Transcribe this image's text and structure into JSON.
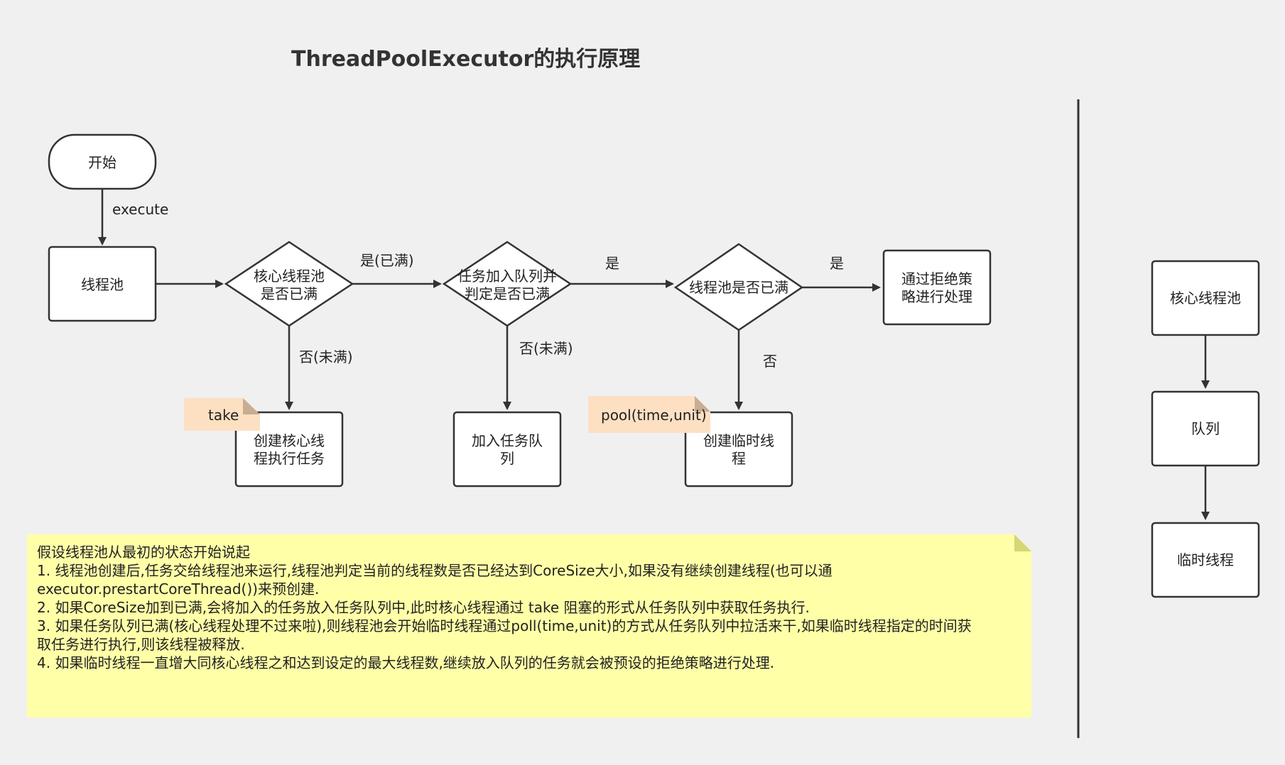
{
  "title": "ThreadPoolExecutor的执行原理",
  "flow": {
    "start": "开始",
    "execute_label": "execute",
    "pool": "线程池",
    "decision_core": [
      "核心线程池",
      "是否已满"
    ],
    "decision_queue": [
      "任务加入队列并",
      "判定是否已满"
    ],
    "decision_pool": "线程池是否已满",
    "reject": [
      "通过拒绝策",
      "略进行处理"
    ],
    "create_core": [
      "创建核心线",
      "程执行任务"
    ],
    "add_queue": [
      "加入任务队",
      "列"
    ],
    "create_temp": [
      "创建临时线",
      "程"
    ],
    "yes_full_label": "是(已满)",
    "yes_label_1": "是",
    "yes_label_2": "是",
    "no_notfull_label_1": "否(未满)",
    "no_notfull_label_2": "否(未满)",
    "no_label": "否",
    "tag_take": "take",
    "tag_poll": "pool(time,unit)"
  },
  "sidebar": {
    "items": [
      "核心线程池",
      "队列",
      "临时线程"
    ]
  },
  "note": {
    "lines": [
      "假设线程池从最初的状态开始说起",
      "1. 线程池创建后,任务交给线程池来运行,线程池判定当前的线程数是否已经达到CoreSize大小,如果没有继续创建线程(也可以通",
      "executor.prestartCoreThread())来预创建.",
      "2. 如果CoreSize加到已满,会将加入的任务放入任务队列中,此时核心线程通过 take 阻塞的形式从任务队列中获取任务执行.",
      "3. 如果任务队列已满(核心线程处理不过来啦),则线程池会开始临时线程通过poll(time,unit)的方式从任务队列中拉活来干,如果临时线程指定的时间获",
      "取任务进行执行,则该线程被释放.",
      "4. 如果临时线程一直增大同核心线程之和达到设定的最大线程数,继续放入队列的任务就会被预设的拒绝策略进行处理."
    ]
  },
  "colors": {
    "background": "#f0f0f0",
    "stroke": "#333333",
    "tag_fill": "#fde0c2",
    "note_fill": "#ffffa8"
  }
}
